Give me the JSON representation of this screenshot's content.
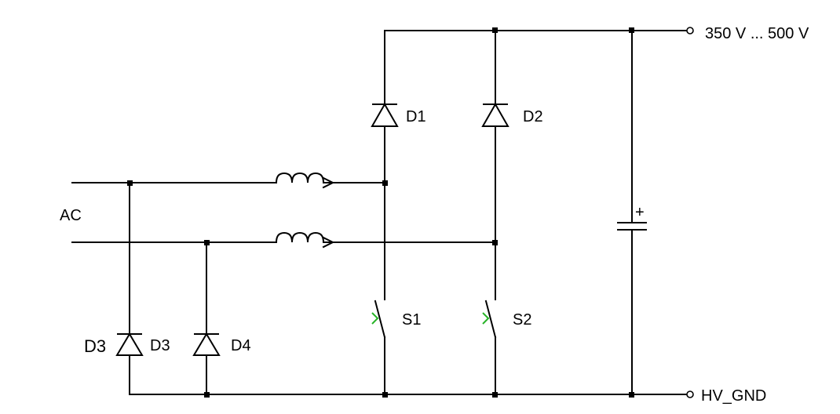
{
  "labels": {
    "d1": "D1",
    "d2": "D2",
    "d3": "D3",
    "d3_left": "D3",
    "d4": "D4",
    "s1": "S1",
    "s2": "S2",
    "ac": "AC",
    "vout": "350 V ... 500 V",
    "gnd": "HV_GND",
    "cap_plus": "+"
  },
  "colors": {
    "wire": "#000000",
    "switch_gate_arrow": "#27b327",
    "background": "#ffffff"
  }
}
